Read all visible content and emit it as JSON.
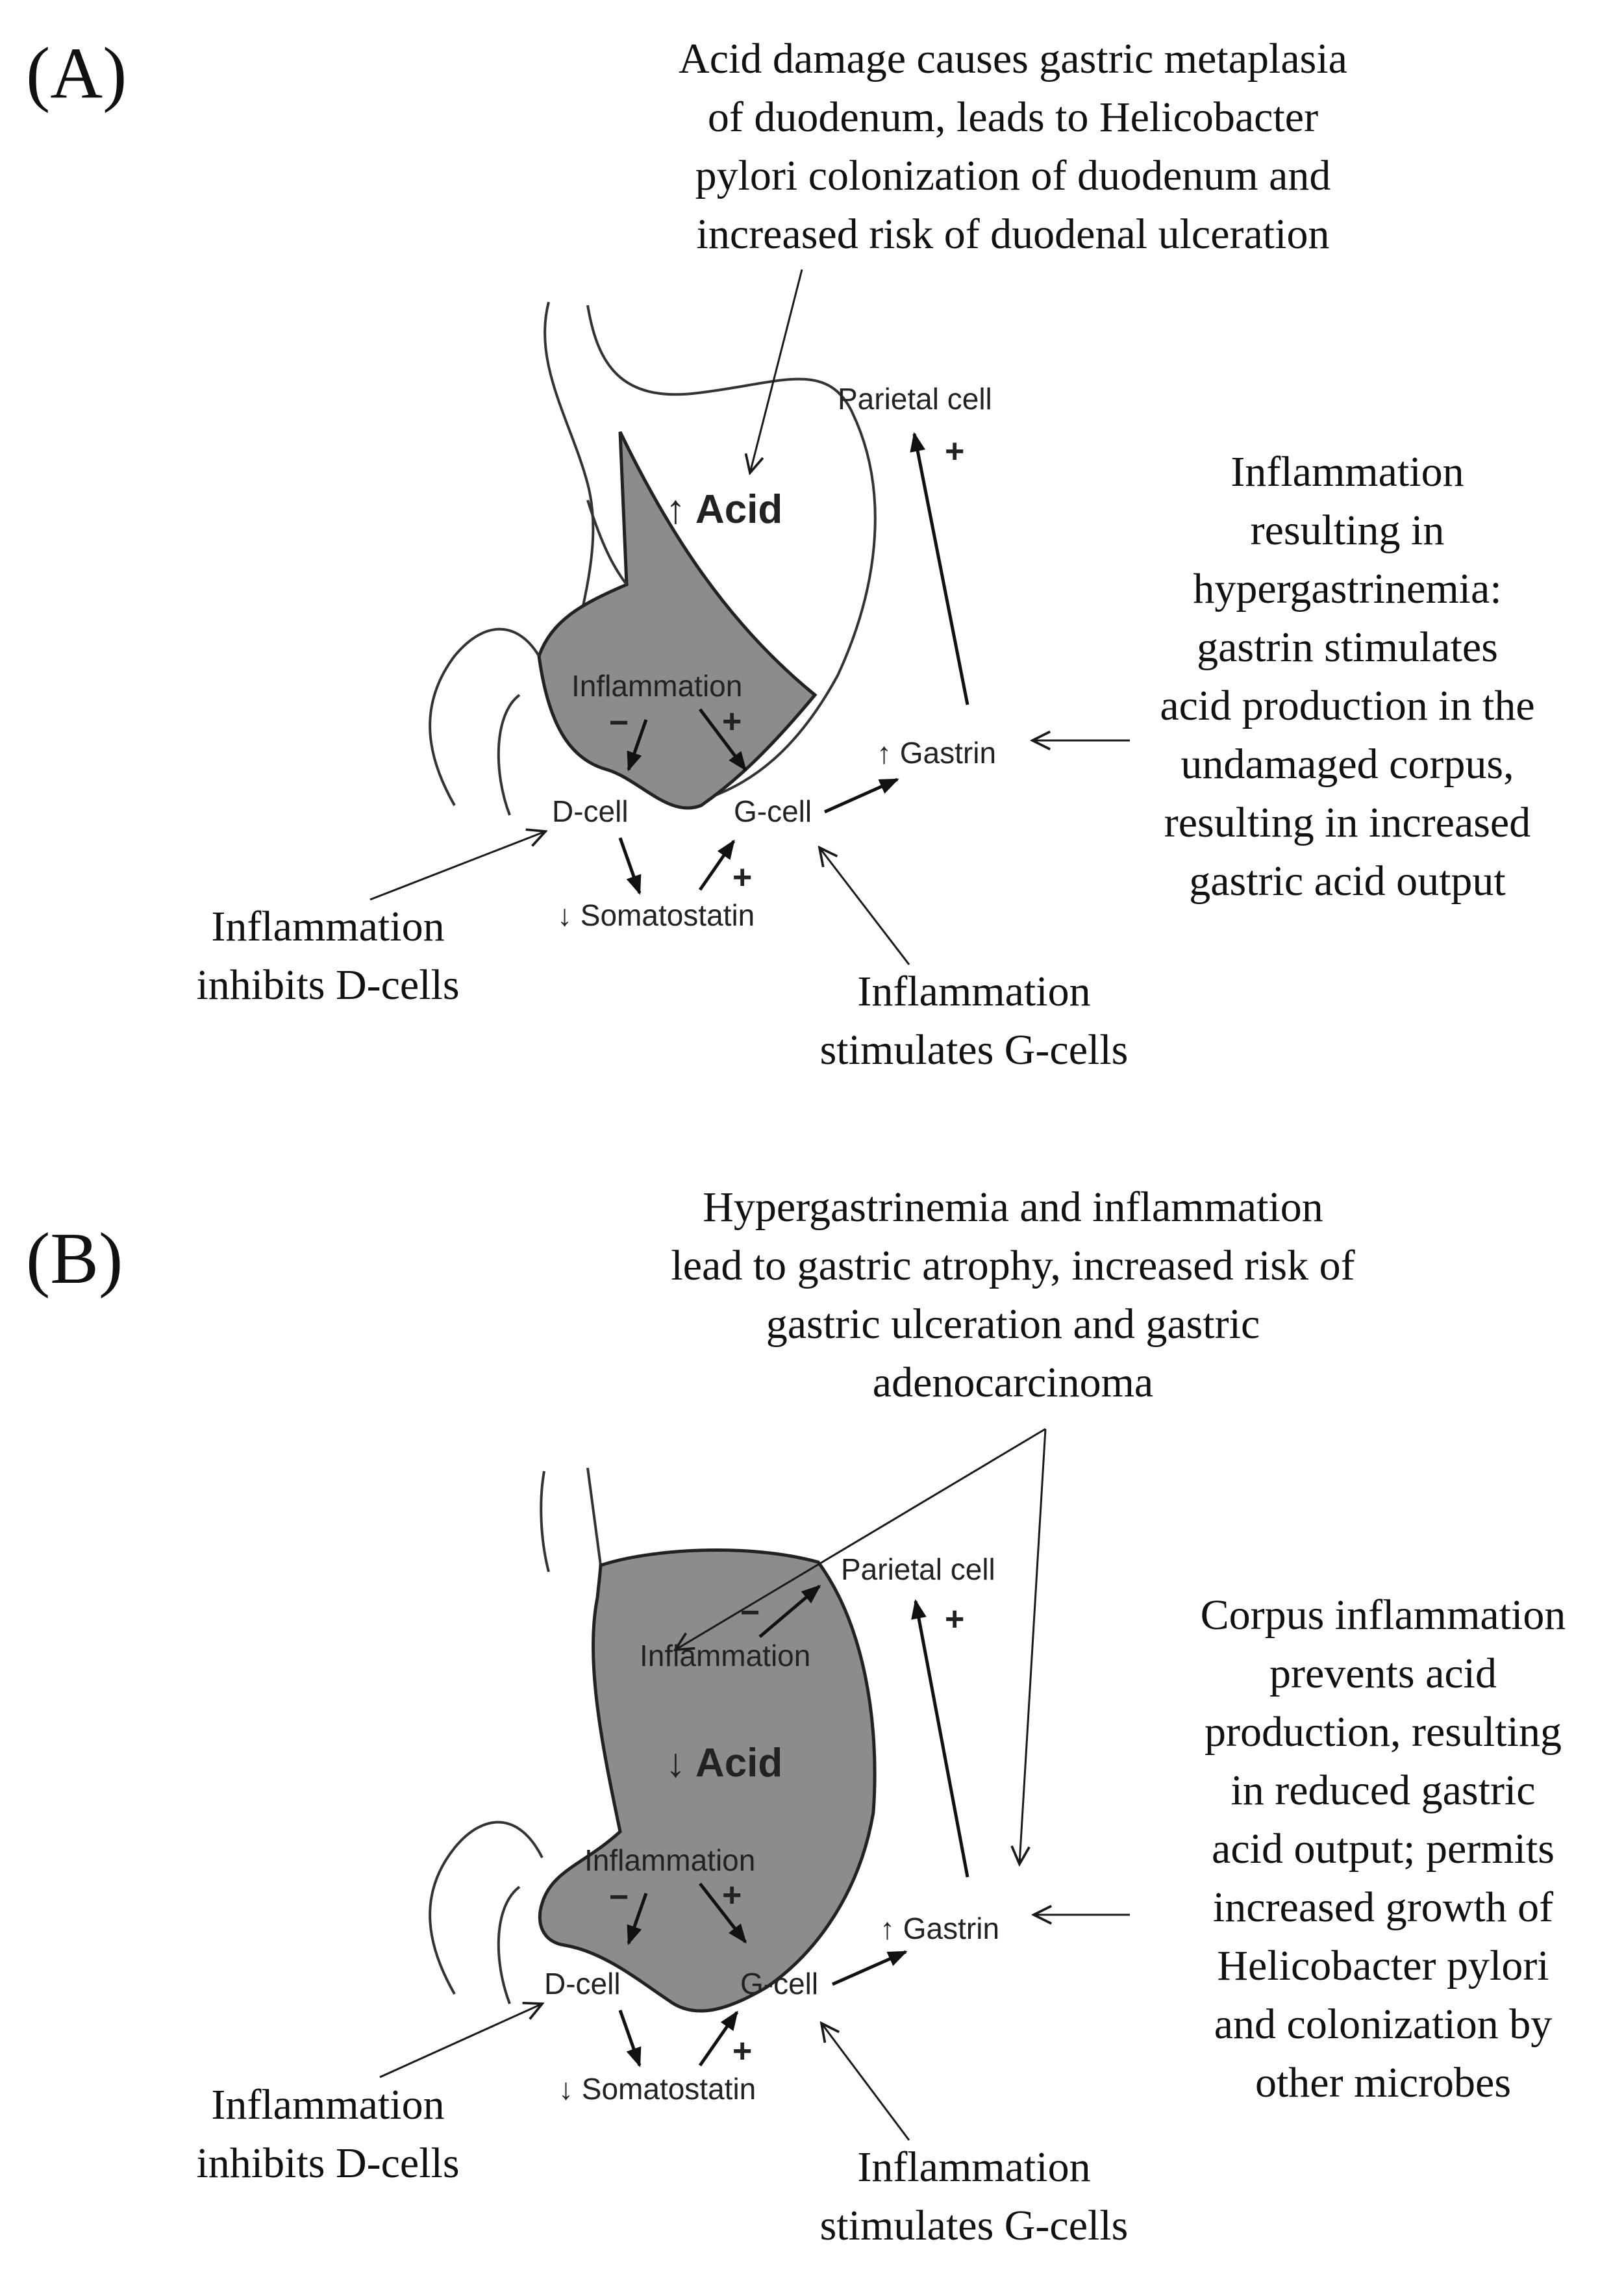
{
  "panels": [
    {
      "label": "(A)",
      "top_annotation": [
        "Acid damage causes gastric metaplasia",
        "of duodenum, leads to Helicobacter",
        "pylori colonization of duodenum and",
        "increased risk of duodenal ulceration"
      ],
      "right_annotation": [
        "Inflammation",
        "resulting in",
        "hypergastrinemia:",
        "gastrin stimulates",
        "acid production in the",
        "undamaged corpus,",
        "resulting in increased",
        "gastric acid output"
      ],
      "left_annotation": [
        "Inflammation",
        "inhibits D-cells"
      ],
      "bottom_annotation": [
        "Inflammation",
        "stimulates G-cells"
      ],
      "acid": "↑ Acid",
      "parietal_cell": "Parietal cell",
      "gastrin": "↑ Gastrin",
      "antrum_inflammation": "Inflammation",
      "d_cell": "D-cell",
      "g_cell": "G-cell",
      "somatostatin": "↓ Somatostatin",
      "minus": "−",
      "plus": "+"
    },
    {
      "label": "(B)",
      "top_annotation": [
        "Hypergastrinemia and inflammation",
        "lead to gastric atrophy, increased risk of",
        "gastric ulceration and gastric",
        "adenocarcinoma"
      ],
      "right_annotation": [
        "Corpus inflammation",
        "prevents acid",
        "production, resulting",
        "in reduced gastric",
        "acid output; permits",
        "increased growth of",
        "Helicobacter pylori",
        "and colonization by",
        "other microbes"
      ],
      "left_annotation": [
        "Inflammation",
        "inhibits D-cells"
      ],
      "bottom_annotation": [
        "Inflammation",
        "stimulates G-cells"
      ],
      "acid": "↓ Acid",
      "parietal_cell": "Parietal cell",
      "gastrin": "↑ Gastrin",
      "corpus_inflammation": "Inflammation",
      "antrum_inflammation": "Inflammation",
      "d_cell": "D-cell",
      "g_cell": "G-cell",
      "somatostatin": "↓ Somatostatin",
      "minus": "−",
      "plus": "+"
    }
  ]
}
